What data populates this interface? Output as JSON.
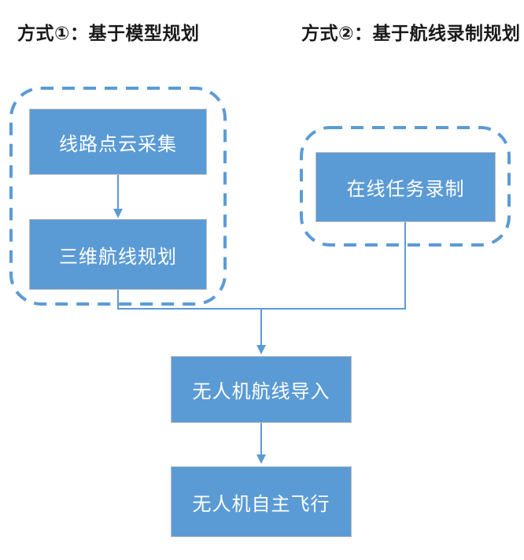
{
  "titles": {
    "method1": "方式①：基于模型规划",
    "method2": "方式②：基于航线录制规划"
  },
  "nodes": {
    "point_cloud": "线路点云采集",
    "route_3d": "三维航线规划",
    "online_record": "在线任务录制",
    "route_import": "无人机航线导入",
    "auto_flight": "无人机自主飞行"
  },
  "colors": {
    "node_fill": "#5B9BD5",
    "node_text": "#FFFFFF",
    "node_border": "#BDBDBD",
    "connector": "#5B9BD5",
    "group_border": "#5B9BD5",
    "title_text": "#1A1A1A",
    "background": "#FFFFFF"
  }
}
